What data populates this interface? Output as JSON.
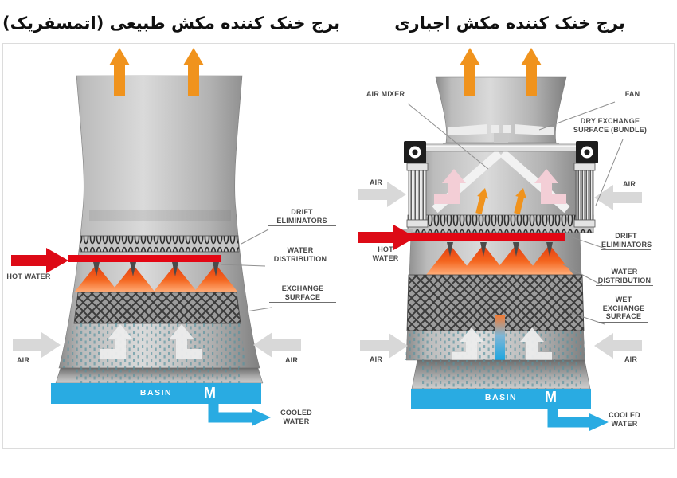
{
  "titles": {
    "left": "برج خنک کننده مکش طبیعی (اتمسفریک)",
    "right": "برج خنک کننده مکش اجباری"
  },
  "left_diagram": {
    "labels": {
      "drift_eliminators": "DRIFT ELIMINATORS",
      "water_distribution": "WATER DISTRIBUTION",
      "exchange_surface": "EXCHANGE SURFACE",
      "hot_water": "HOT WATER",
      "air_left": "AIR",
      "air_right": "AIR",
      "basin": "BASIN",
      "pump": "M",
      "cooled_water": "COOLED WATER"
    }
  },
  "right_diagram": {
    "labels": {
      "air_mixer": "AIR MIXER",
      "fan": "FAN",
      "dry_exchange_surface": "DRY EXCHANGE SURFACE (BUNDLE)",
      "air_upper_left": "AIR",
      "air_upper_right": "AIR",
      "hot_water": "HOT WATER",
      "drift_eliminators": "DRIFT ELIMINATORS",
      "water_distribution": "WATER DISTRIBUTION",
      "wet_exchange_surface": "WET EXCHANGE SURFACE",
      "air_lower_left": "AIR",
      "air_lower_right": "AIR",
      "basin": "BASIN",
      "pump": "M",
      "cooled_water": "COOLED WATER"
    }
  },
  "colors": {
    "hot_water_red": "#e30613",
    "exhaust_orange": "#f0931d",
    "water_blue": "#29abe2",
    "air_gray": "#d8d8d8",
    "warm_air_pink": "#f3ced6",
    "tower_gray": "#bdbdbd"
  }
}
